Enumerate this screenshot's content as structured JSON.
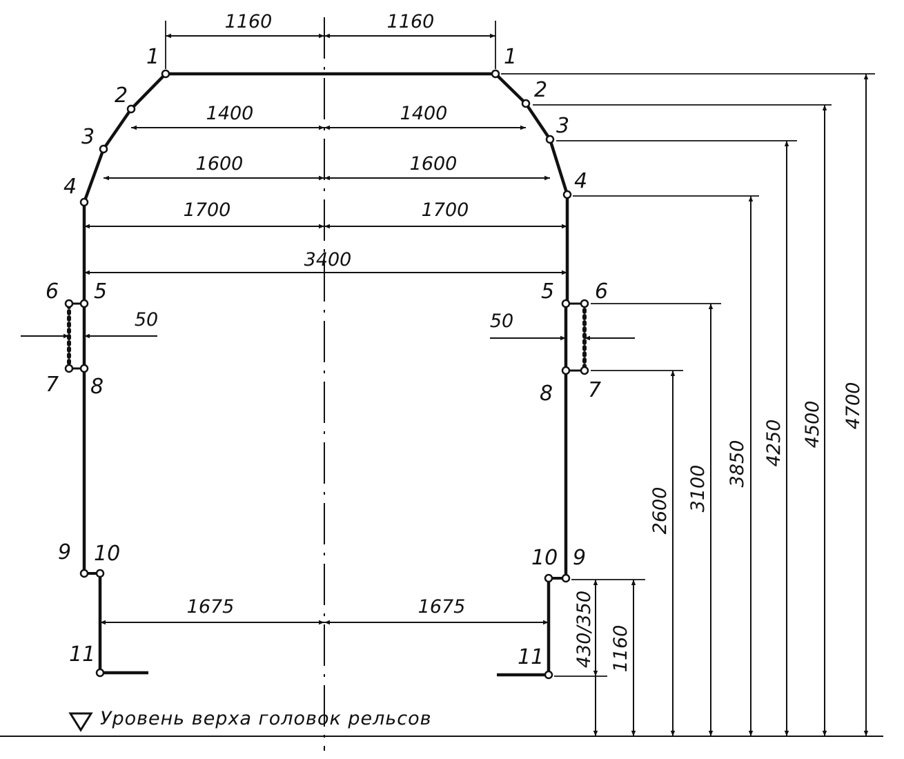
{
  "colors": {
    "ink": "#111111",
    "paper": "#ffffff"
  },
  "icons": {
    "level_marker": "down-triangle-icon"
  },
  "caption": "Уровень верха головок рельсов",
  "point_labels": {
    "left": [
      "1",
      "2",
      "3",
      "4",
      "5",
      "6",
      "7",
      "8",
      "9",
      "10",
      "11"
    ],
    "right": [
      "1",
      "2",
      "3",
      "4",
      "5",
      "6",
      "7",
      "8",
      "9",
      "10",
      "11"
    ]
  },
  "horizontal_dims": {
    "top_left": "1160",
    "top_right": "1160",
    "p2_left": "1400",
    "p2_right": "1400",
    "p3_left": "1600",
    "p3_right": "1600",
    "p4_left": "1700",
    "p4_right": "1700",
    "full": "3400",
    "offset_left": "50",
    "offset_right": "50",
    "bottom_left": "1675",
    "bottom_right": "1675"
  },
  "vertical_dims": {
    "h_430_350": "430/350",
    "h_1160": "1160",
    "h_2600": "2600",
    "h_3100": "3100",
    "h_3850": "3850",
    "h_4250": "4250",
    "h_4500": "4500",
    "h_4700": "4700"
  }
}
